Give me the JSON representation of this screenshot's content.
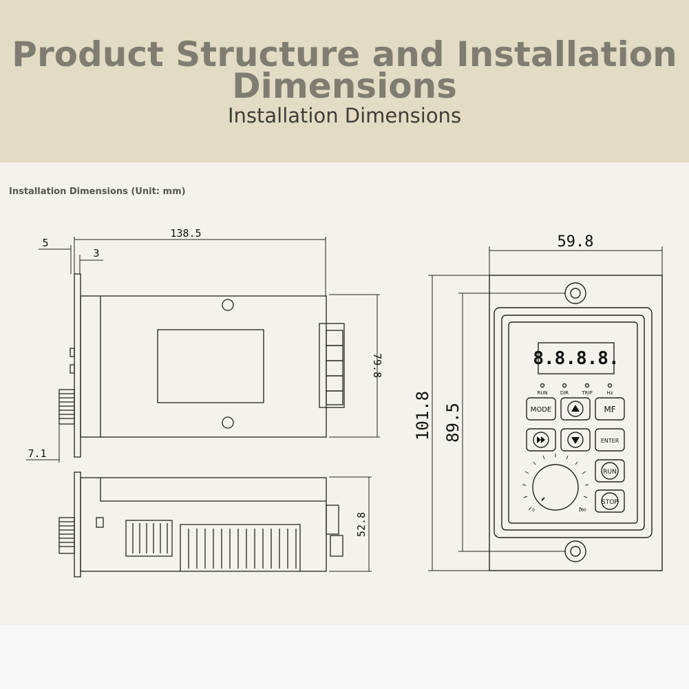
{
  "header": {
    "title": "Product Structure and Installation Dimensions",
    "subtitle": "Installation Dimensions"
  },
  "caption": "Installation Dimensions (Unit: mm)",
  "side_view": {
    "dim_width": "138.5",
    "dim_left_flange": "5",
    "dim_flange_thickness": "3",
    "dim_height": "79.8",
    "dim_knob_offset": "7.1"
  },
  "bottom_view": {
    "dim_depth": "52.8"
  },
  "front_view": {
    "dim_width": "59.8",
    "dim_outer_height": "101.8",
    "dim_hole_spacing": "89.5",
    "display_text": "8.8.8.8.",
    "indicators": [
      "RUN",
      "DIR",
      "TRIP",
      "Hz"
    ],
    "keys": {
      "mode": "MODE",
      "mf": "MF",
      "enter": "ENTER",
      "run": "RUN",
      "stop": "STOP"
    },
    "knob_min": "0",
    "knob_max": "100"
  }
}
